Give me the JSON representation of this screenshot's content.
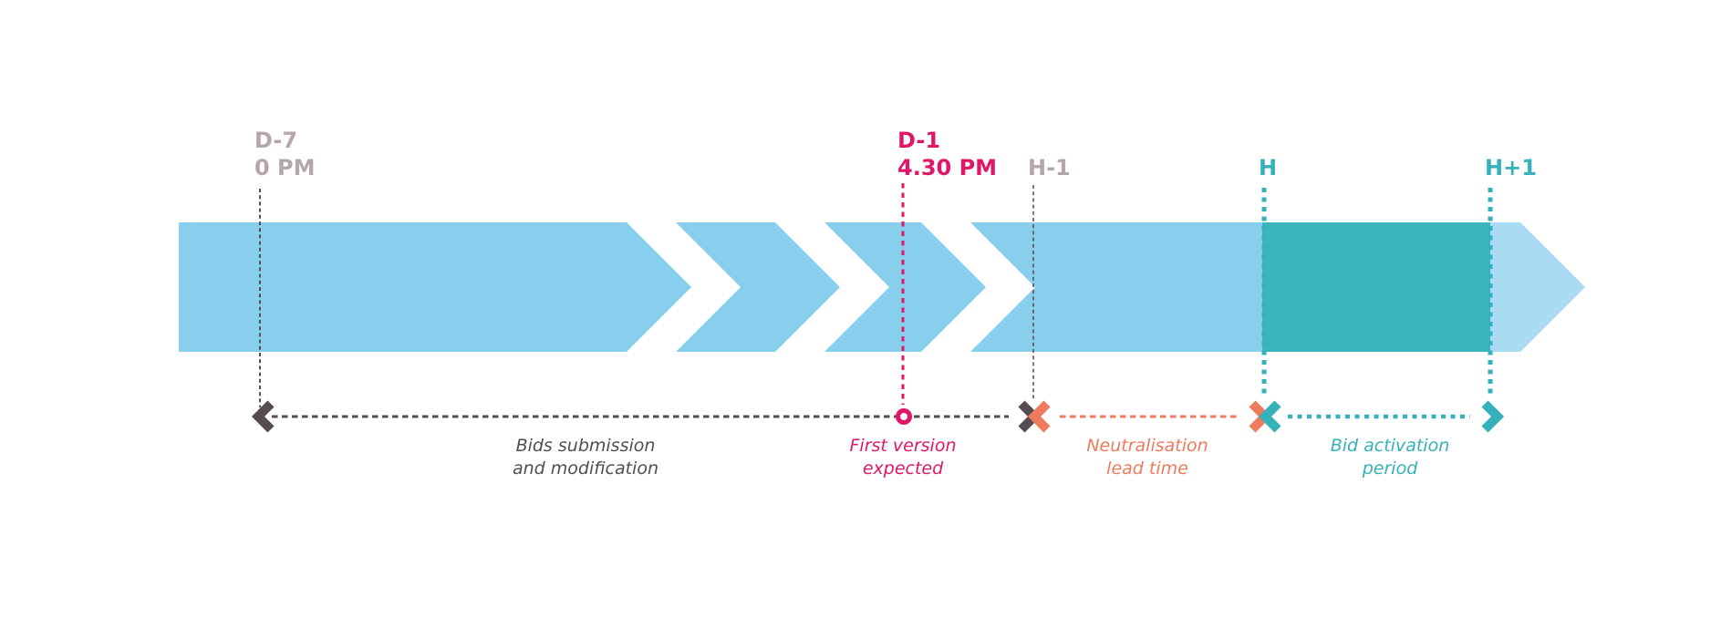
{
  "colors": {
    "bar_blue": "#87CFEC",
    "bar_blue_light": "#A9DBF2",
    "teal_fill": "#3AB5BD",
    "teal_accent": "#35B1BB",
    "pink": "#E01768",
    "coral": "#EE7B5D",
    "charcoal": "#544C51",
    "mauve": "#B3A7AD",
    "bg": "#FFFFFF"
  },
  "milestones": [
    {
      "id": "d-7",
      "label": "D-7",
      "time": "0 PM"
    },
    {
      "id": "d-1",
      "label": "D-1",
      "time": "4.30 PM"
    },
    {
      "id": "h-1",
      "label": "H-1",
      "time": ""
    },
    {
      "id": "h",
      "label": "H",
      "time": ""
    },
    {
      "id": "h+1",
      "label": "H+1",
      "time": ""
    }
  ],
  "periods": [
    {
      "id": "bids",
      "line1": "Bids submission",
      "line2": "and modification"
    },
    {
      "id": "first-version",
      "line1": "First version",
      "line2": "expected"
    },
    {
      "id": "neutralisation",
      "line1": "Neutralisation",
      "line2": "lead time"
    },
    {
      "id": "bid-activation",
      "line1": "Bid activation",
      "line2": "period"
    }
  ]
}
